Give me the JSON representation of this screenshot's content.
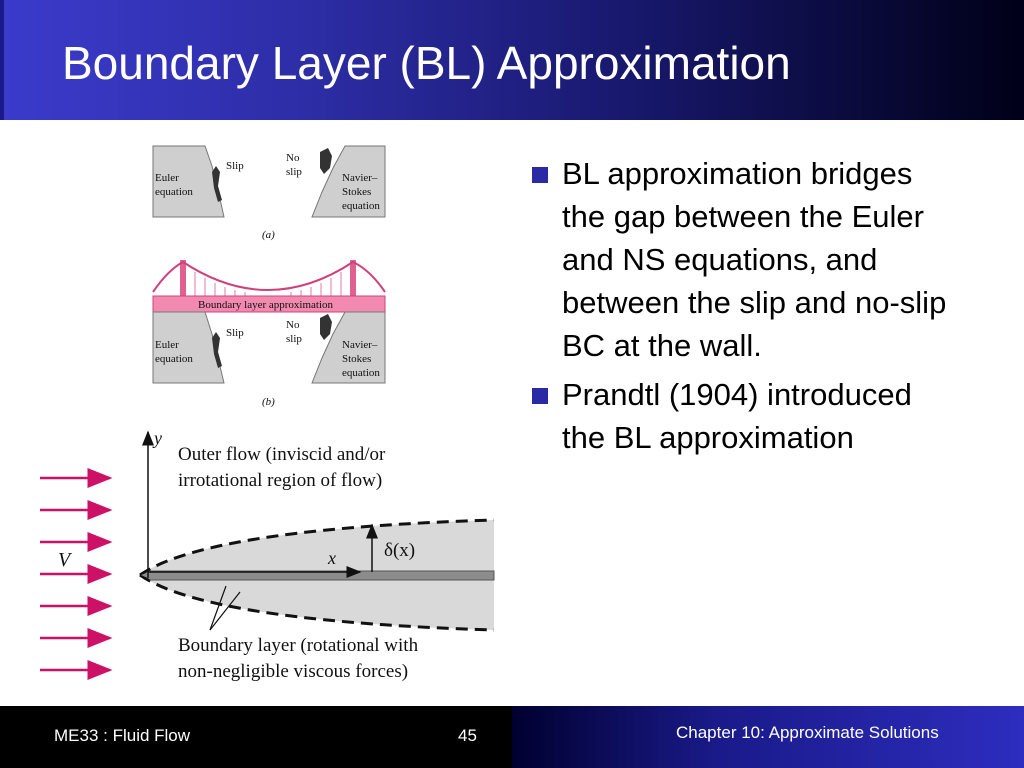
{
  "slide": {
    "title": "Boundary Layer (BL) Approximation",
    "bullets": [
      "BL approximation bridges the gap between the Euler and NS equations, and between the slip and no-slip BC at the wall.",
      "Prandtl (1904) introduced the BL approximation"
    ]
  },
  "figure": {
    "panel_a": {
      "left_label": [
        "Euler",
        "equation"
      ],
      "slip_label": "Slip",
      "noslip_label": [
        "No",
        "slip"
      ],
      "right_label": [
        "Navier–",
        "Stokes",
        "equation"
      ],
      "caption": "(a)"
    },
    "panel_b": {
      "bridge_label": "Boundary layer approximation",
      "left_label": [
        "Euler",
        "equation"
      ],
      "slip_label": "Slip",
      "noslip_label": [
        "No",
        "slip"
      ],
      "right_label": [
        "Navier–",
        "Stokes",
        "equation"
      ],
      "caption": "(b)"
    },
    "flow": {
      "y_axis": "y",
      "x_axis": "x",
      "velocity": "V",
      "thickness": "δ(x)",
      "outer_flow": [
        "Outer flow (inviscid and/or",
        "irrotational region of flow)"
      ],
      "boundary_layer": [
        "Boundary layer (rotational with",
        "non-negligible viscous forces)"
      ]
    }
  },
  "footer": {
    "course": "ME33 :  Fluid Flow",
    "page": "45",
    "chapter": "Chapter 10:  Approximate Solutions"
  },
  "colors": {
    "title_bar_start": "#3b3bcc",
    "title_bar_end": "#000018",
    "bullet_marker": "#2a2aa6",
    "arrow_color": "#cc1166",
    "bridge_pink": "#f28ab0"
  }
}
